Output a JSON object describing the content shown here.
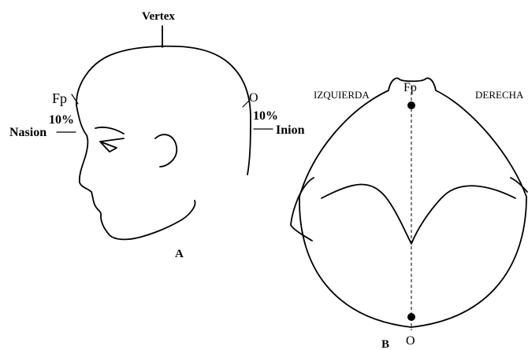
{
  "panel_a": {
    "vertex": "Vertex",
    "fp": "Fp",
    "fp_pct": "10%",
    "nasion": "Nasion",
    "o": "O",
    "o_pct": "10%",
    "inion": "Inion",
    "caption": "A"
  },
  "panel_b": {
    "left_side": "IZQUIERDA",
    "right_side": "DERECHA",
    "fp": "Fp",
    "o": "O",
    "caption": "B"
  }
}
